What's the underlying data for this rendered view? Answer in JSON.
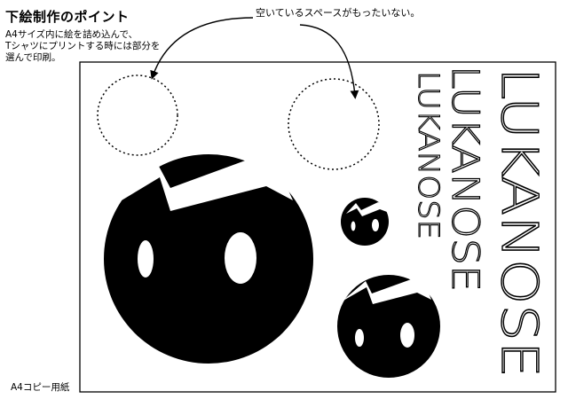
{
  "title": "下絵制作のポイント",
  "note_lines": [
    "A4サイズ内に絵を詰め込んで、",
    "Tシャツにプリントする時には部分を",
    "選んで印刷。"
  ],
  "callout": "空いているスペースがもったいない。",
  "paper_label": "A4コピー用紙",
  "brand_text": "LUKANOSE",
  "colors": {
    "ink": "#000000",
    "paper": "#ffffff"
  },
  "icons": [
    "ghost-face-icon",
    "dashed-circle-icon",
    "curved-arrow-icon"
  ]
}
